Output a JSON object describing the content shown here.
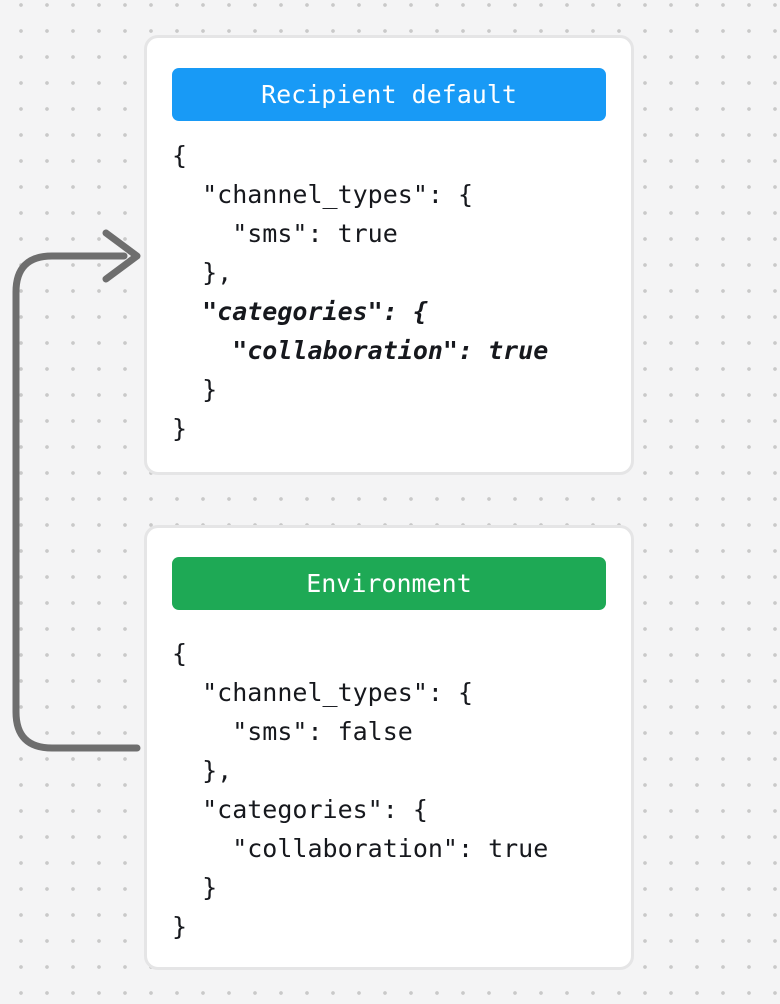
{
  "canvas": {
    "background_color": "#f4f4f5",
    "dot_color": "#c9c9c9"
  },
  "arrow": {
    "color": "#6e6e6e"
  },
  "cards": [
    {
      "title": "Recipient default",
      "title_bg": "#189af6",
      "code_lines": [
        {
          "text": "{",
          "emphasis": false
        },
        {
          "text": "  \"channel_types\": {",
          "emphasis": false
        },
        {
          "text": "    \"sms\": true",
          "emphasis": false
        },
        {
          "text": "  },",
          "emphasis": false
        },
        {
          "text": "  \"categories\": {",
          "emphasis": true
        },
        {
          "text": "    \"collaboration\": true",
          "emphasis": true
        },
        {
          "text": "  }",
          "emphasis": false
        },
        {
          "text": "}",
          "emphasis": false
        }
      ]
    },
    {
      "title": "Environment",
      "title_bg": "#1ea955",
      "code_lines": [
        {
          "text": "{",
          "emphasis": false
        },
        {
          "text": "  \"channel_types\": {",
          "emphasis": false
        },
        {
          "text": "    \"sms\": false",
          "emphasis": false
        },
        {
          "text": "  },",
          "emphasis": false
        },
        {
          "text": "  \"categories\": {",
          "emphasis": false
        },
        {
          "text": "    \"collaboration\": true",
          "emphasis": false
        },
        {
          "text": "  }",
          "emphasis": false
        },
        {
          "text": "}",
          "emphasis": false
        }
      ]
    }
  ]
}
